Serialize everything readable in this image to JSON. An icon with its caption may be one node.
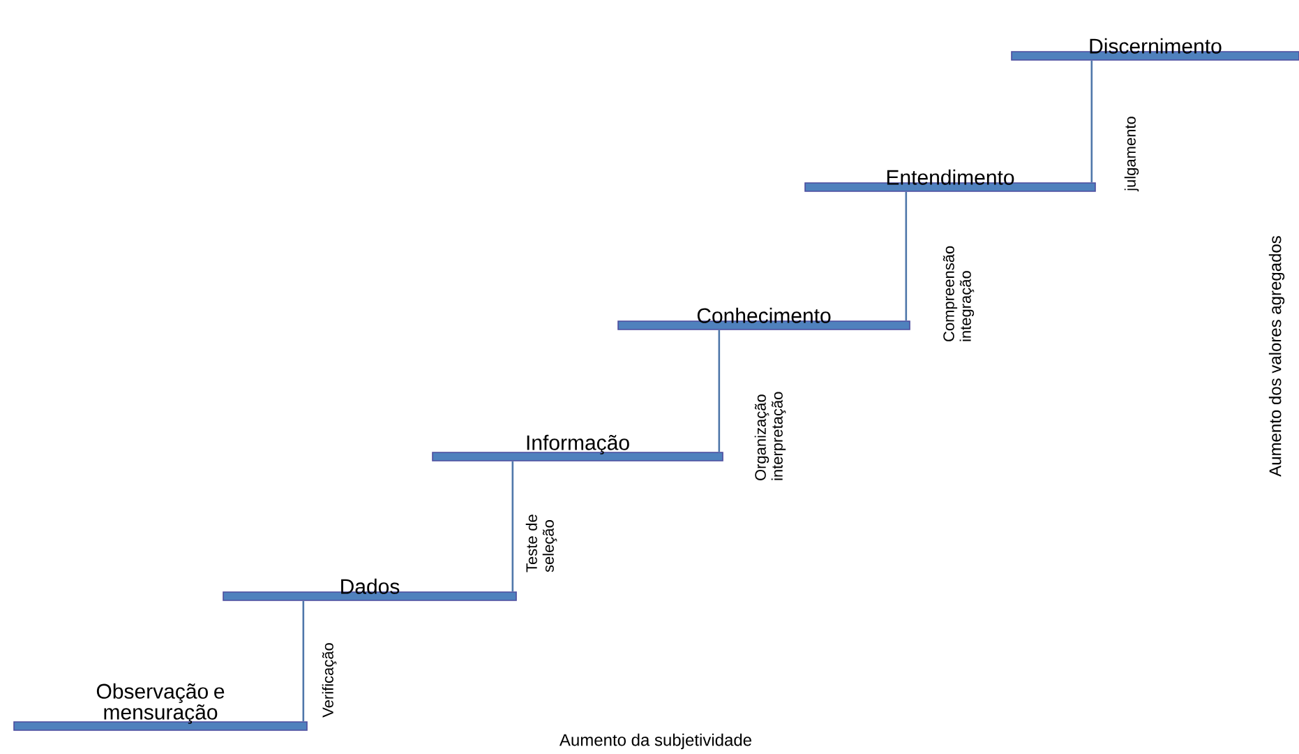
{
  "diagram": {
    "nodes": [
      {
        "text": [
          "Observação e mensuração"
        ]
      },
      {
        "text": [
          "Dados"
        ]
      },
      {
        "text": [
          "Informação"
        ]
      },
      {
        "text": [
          "Conhecimento"
        ]
      },
      {
        "text": [
          "Entendimento"
        ]
      },
      {
        "text": [
          "Discernimento"
        ]
      }
    ],
    "edges": [
      {
        "from": 0,
        "to": 1,
        "arrow": "none",
        "label": "Verificação"
      },
      {
        "from": 1,
        "to": 2,
        "arrow": "none",
        "label": "Teste de seleção"
      },
      {
        "from": 2,
        "to": 3,
        "arrow": "none",
        "label": "Organização interpretação"
      },
      {
        "from": 3,
        "to": 4,
        "arrow": "none",
        "label": "Compreensão integração"
      },
      {
        "from": 4,
        "to": 5,
        "arrow": "none",
        "label": "julgamento"
      }
    ],
    "labels": [
      "Aumento da subjetividade",
      "Aumento dos valores agregados"
    ]
  }
}
